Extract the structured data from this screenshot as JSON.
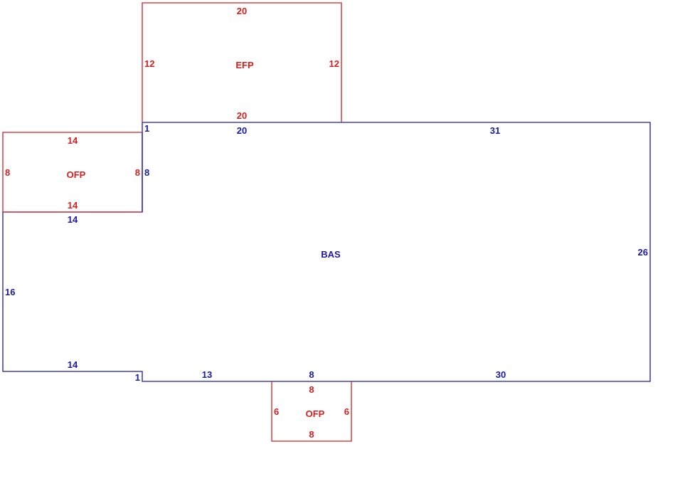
{
  "colors": {
    "addition": "#d42020",
    "base": "#1a1aa8"
  },
  "efp": {
    "name": "EFP",
    "top": "20",
    "left": "12",
    "right": "12",
    "bottom": "20"
  },
  "ofp_left": {
    "name": "OFP",
    "top": "14",
    "left": "8",
    "right": "8",
    "bottom": "14"
  },
  "ofp_bottom": {
    "name": "OFP",
    "top": "8",
    "left": "6",
    "right": "6",
    "bottom": "8"
  },
  "bas": {
    "name": "BAS",
    "top_jog": "1",
    "top_left": "20",
    "top_right": "31",
    "left_jog": "8",
    "upper_left_run": "14",
    "left_side": "16",
    "lower_left_run": "14",
    "bottom_jog": "1",
    "bottom_a": "13",
    "bottom_b": "8",
    "bottom_c": "30",
    "right_side": "26"
  }
}
